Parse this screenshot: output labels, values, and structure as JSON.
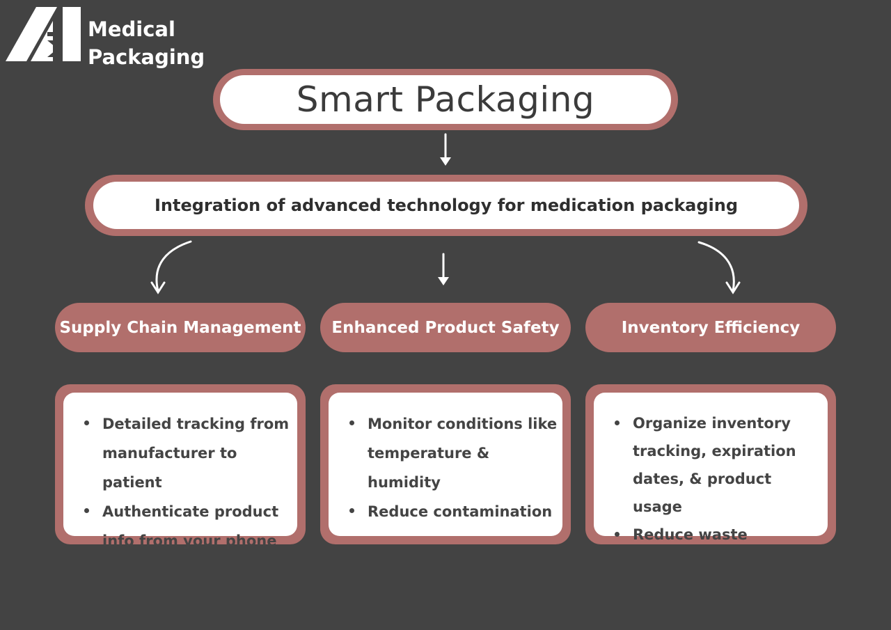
{
  "brand": {
    "line1": "Medical",
    "line2": "Packaging"
  },
  "title": "Smart Packaging",
  "subtitle": "Integration of advanced technology for medication packaging",
  "colors": {
    "background": "#434343",
    "accent": "#b16f6c",
    "box": "#ffffff",
    "text": "#3b3b3b"
  },
  "categories": [
    {
      "label": "Supply Chain Management",
      "items": [
        "Detailed tracking from manufacturer to patient",
        "Authenticate product info from your phone"
      ]
    },
    {
      "label": "Enhanced Product Safety",
      "items": [
        "Monitor conditions like temperature & humidity",
        "Reduce contamination"
      ]
    },
    {
      "label": "Inventory Efficiency",
      "items": [
        "Organize inventory tracking, expiration dates, & product usage",
        "Reduce waste"
      ]
    }
  ],
  "icons": {
    "logo": "medical-packaging-logo-icon",
    "arrows": [
      "arrow-down-icon",
      "curved-arrow-left-icon",
      "arrow-down-icon",
      "curved-arrow-right-icon"
    ]
  }
}
